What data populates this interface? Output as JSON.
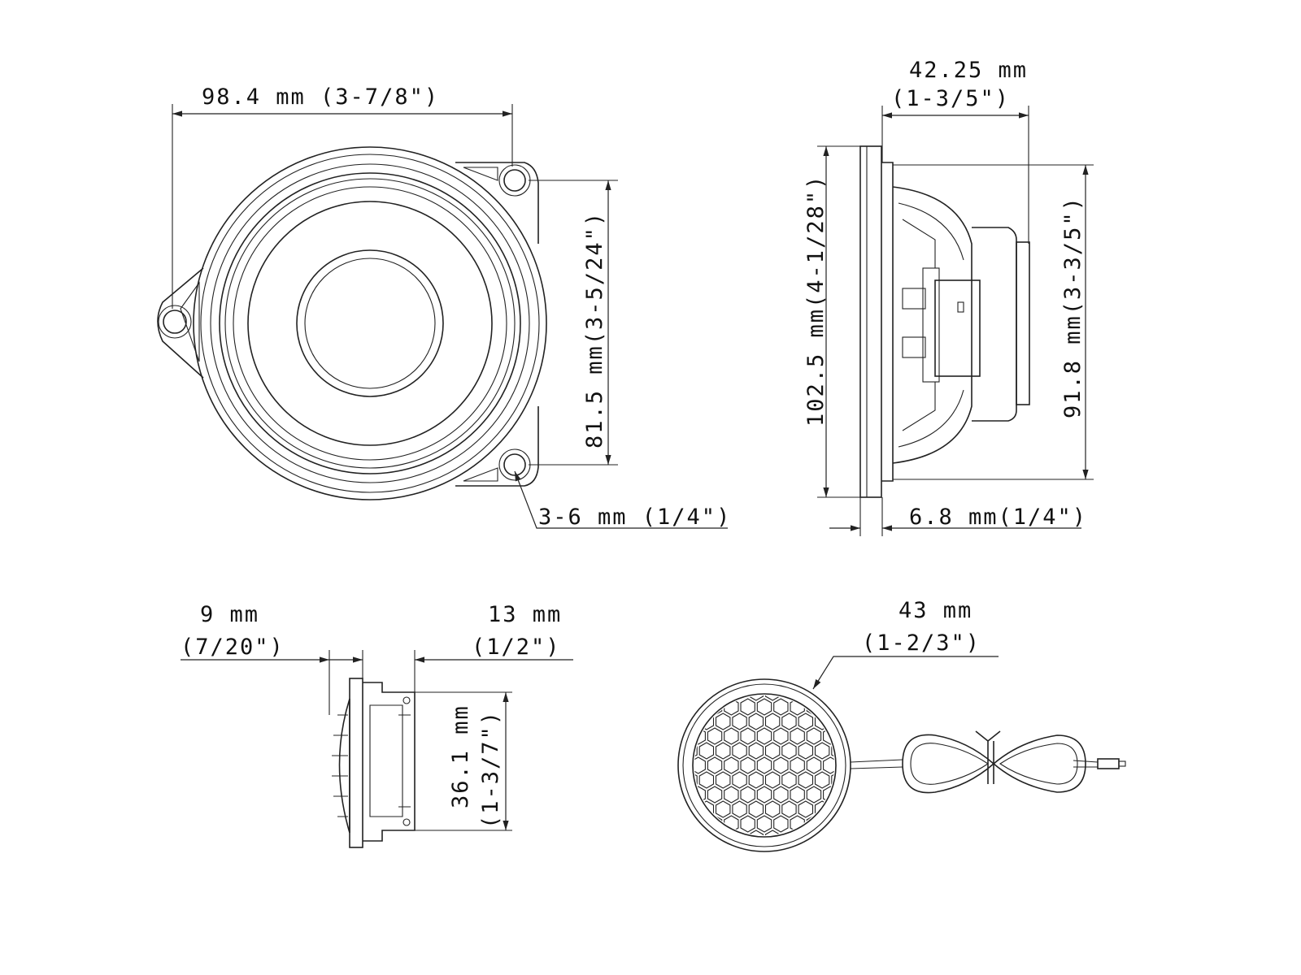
{
  "woofer_front": {
    "width_label": "98.4 mm (3-7/8\")",
    "hole_spacing_label": "81.5 mm(3-5/24\")",
    "hole_label": "3-6 mm (1/4\")"
  },
  "woofer_side": {
    "depth_label": "42.25 mm",
    "depth_label_in": "(1-3/5\")",
    "flange_diameter_label": "102.5 mm(4-1/28\")",
    "cutout_label": "91.8 mm(3-3/5\")",
    "flange_thickness_label": "6.8 mm(1/4\")"
  },
  "tweeter_side": {
    "front_depth_label": "9 mm",
    "front_depth_label_in": "(7/20\")",
    "mount_depth_label": "13 mm",
    "mount_depth_label_in": "(1/2\")",
    "mount_diameter_label": "36.1 mm",
    "mount_diameter_label_in": "(1-3/7\")"
  },
  "tweeter_front": {
    "diameter_label": "43 mm",
    "diameter_label_in": "(1-2/3\")"
  }
}
